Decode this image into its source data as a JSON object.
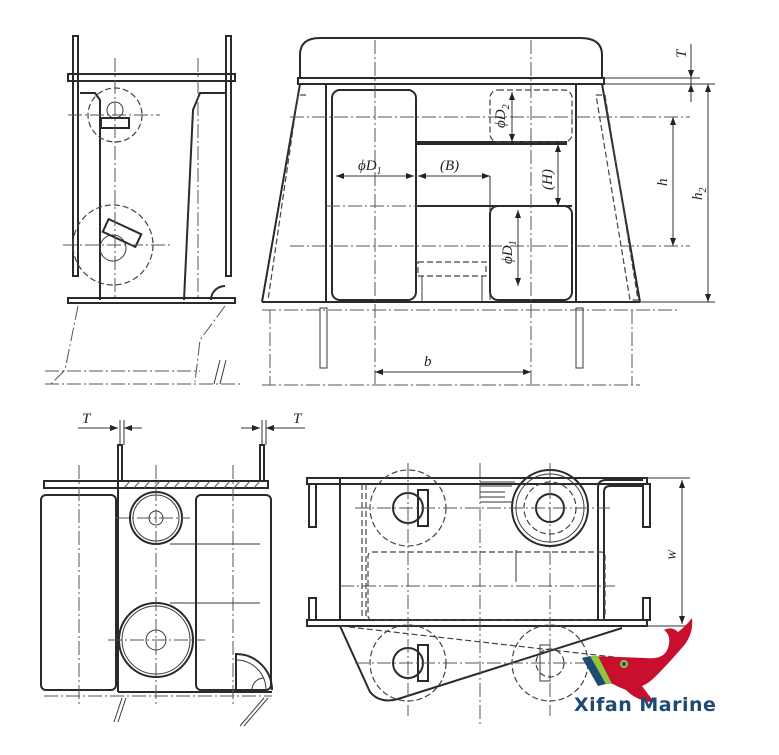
{
  "figure": {
    "type": "engineering drawing",
    "subject": "Roller fairlead / mooring chock assembly",
    "views": [
      {
        "name": "side-view",
        "position": "top-left"
      },
      {
        "name": "front-view",
        "position": "top-right"
      },
      {
        "name": "plan-view-small",
        "position": "bottom-left"
      },
      {
        "name": "plan-view-large",
        "position": "bottom-right"
      }
    ]
  },
  "labels": {
    "front_view": {
      "phi_d1_horizontal": "ϕD",
      "phi_d1_horizontal_sub": "1",
      "b_paren": "(B)",
      "phi_d2": "ϕD",
      "phi_d2_sub": "2",
      "h_paren": "(H)",
      "phi_d1_vertical": "ϕD",
      "phi_d1_vertical_sub": "1",
      "h": "h",
      "h2": "h",
      "h2_sub": "2",
      "t": "T",
      "b": "b"
    },
    "plan_small": {
      "t_left": "T",
      "t_right": "T"
    },
    "plan_large": {
      "w": "W"
    }
  },
  "watermark": {
    "brand": "Xifan Marine",
    "colors": {
      "whale_red": "#c8102e",
      "stripe_blue": "#1c4a73",
      "stripe_green": "#8dc63f",
      "text": "#1c4a73"
    }
  }
}
